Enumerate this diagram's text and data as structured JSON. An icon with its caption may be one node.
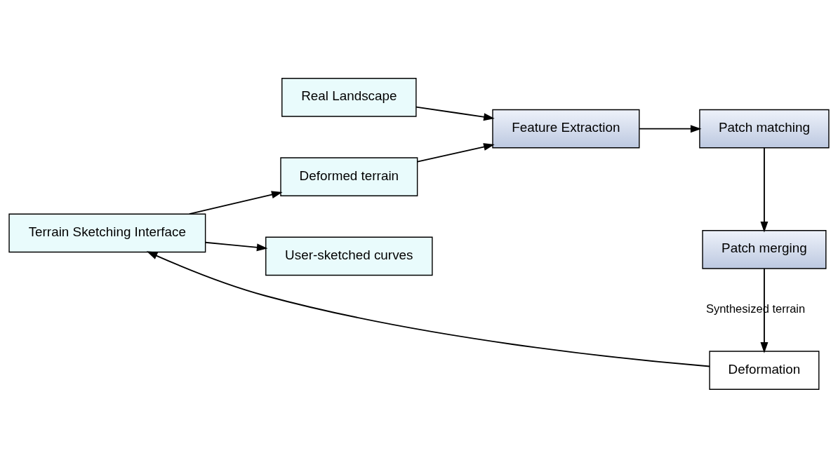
{
  "diagram": {
    "nodes": [
      {
        "text": [
          "Real Landscape"
        ]
      },
      {
        "text": [
          "Terrain Sketching Interface"
        ]
      },
      {
        "text": [
          "Deformed terrain"
        ]
      },
      {
        "text": [
          "Feature Extraction"
        ]
      },
      {
        "text": [
          "Patch matching"
        ]
      },
      {
        "text": [
          "Patch merging"
        ]
      },
      {
        "text": [
          "User-sketched curves"
        ]
      },
      {
        "text": [
          "Deformation"
        ]
      }
    ],
    "edges": [
      {
        "from": 1,
        "to": 2,
        "arrow": "to"
      },
      {
        "from": 1,
        "to": 6,
        "arrow": "to"
      },
      {
        "from": 0,
        "to": 3,
        "arrow": "to"
      },
      {
        "from": 2,
        "to": 3,
        "arrow": "to"
      },
      {
        "from": 3,
        "to": 4,
        "arrow": "to"
      },
      {
        "from": 4,
        "to": 5,
        "arrow": "to"
      },
      {
        "from": 5,
        "to": 7,
        "arrow": "to",
        "label": "Synthesized terrain"
      },
      {
        "from": 7,
        "to": 1,
        "arrow": "to"
      }
    ]
  }
}
